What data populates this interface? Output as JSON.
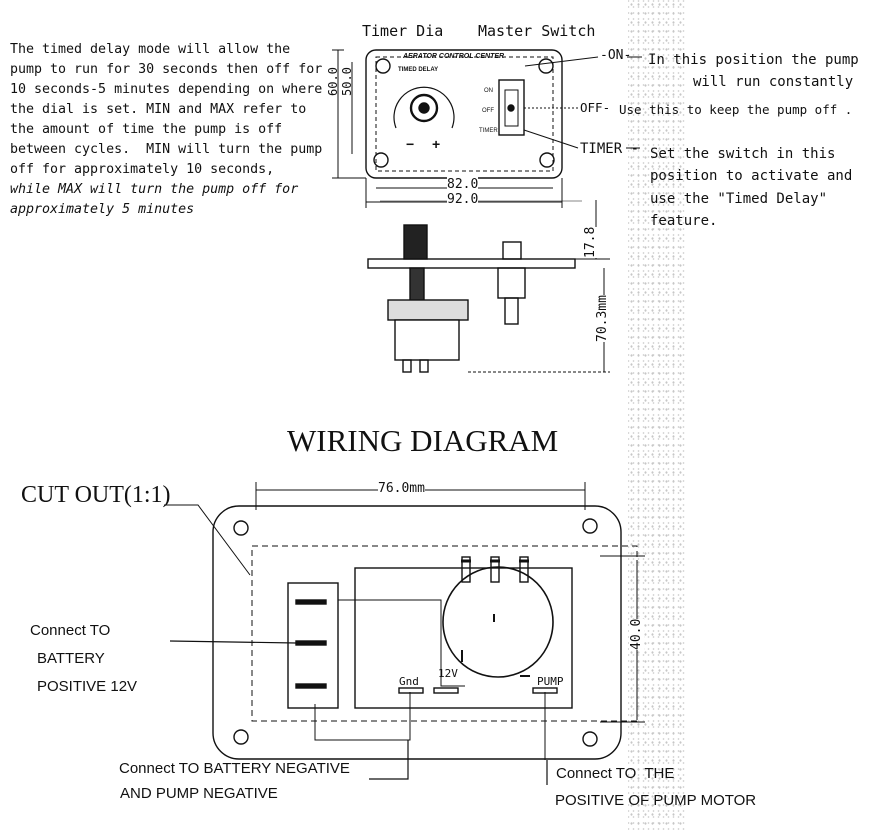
{
  "top_description": [
    "The timed delay mode will allow the",
    "pump to run for 30 seconds then off for",
    "10 seconds-5 minutes depending on where",
    "the dial is set. MIN and MAX refer to",
    "the amount of time the pump is off",
    "between cycles.  MIN will turn the pump",
    "off for approximately 10 seconds,",
    "while MAX will turn the pump off for",
    "approximately 5 minutes"
  ],
  "panel": {
    "timer_dial_label": "Timer Dia",
    "master_switch_label": "Master Switch",
    "panel_title": "AERATOR CONTROL CENTER",
    "dial_label": "TIMED DELAY",
    "dial_minus": "−",
    "dial_plus": "+",
    "switch_on": "ON",
    "switch_off": "OFF",
    "switch_timer": "TIMER",
    "dim_60": "60.0",
    "dim_50": "50.0",
    "dim_82": "82.0",
    "dim_92": "92.0",
    "dim_17_8": "17.8",
    "dim_70_3": "70.3mm"
  },
  "switch_callouts": {
    "on_tag": "ON",
    "on_text": [
      "In this position the pump",
      "will run constantly"
    ],
    "off_tag": "OFF",
    "off_text": "Use this to keep the pump off .",
    "timer_tag": "TIMER",
    "timer_text": [
      "Set the switch in this",
      "position to activate and",
      "use the \"Timed Delay\"",
      "feature."
    ]
  },
  "wiring": {
    "title": "WIRING DIAGRAM",
    "cutout_label": "CUT OUT(1:1)",
    "dim_76": "76.0mm",
    "dim_40": "40.0",
    "terminal_gnd": "Gnd",
    "terminal_12v": "12V",
    "terminal_pump": "PUMP",
    "battery_positive": [
      "Connect TO",
      "BATTERY",
      "POSITIVE 12V"
    ],
    "battery_negative": [
      "Connect TO BATTERY NEGATIVE",
      "AND PUMP NEGATIVE"
    ],
    "pump_positive": [
      "Connect TO  THE",
      "POSITIVE OF PUMP MOTOR"
    ]
  }
}
